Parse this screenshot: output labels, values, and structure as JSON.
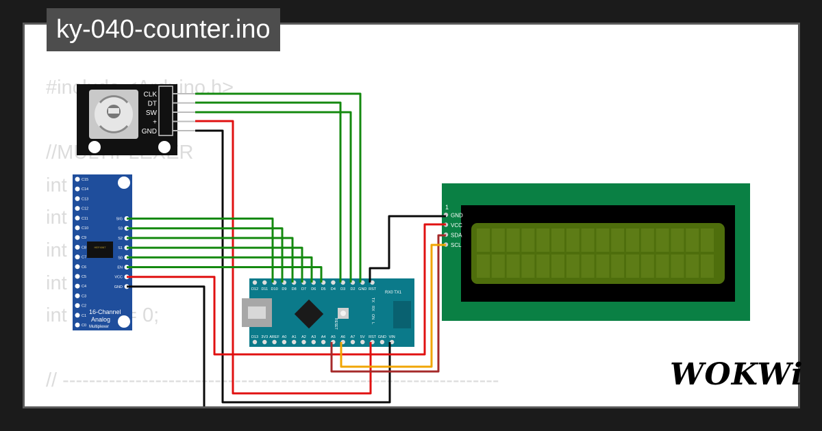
{
  "title": "ky-040-counter.ino",
  "code_lines": [
    "#include <Arduino.h>",
    "",
    "//MULTIPLEXER",
    "int     7;",
    "int     8;",
    "int     9;",
    "int     10;",
    "int     Ch = 0;",
    "",
    "// ------------------------------------------------------------------"
  ],
  "logo": "WOKWi",
  "encoder": {
    "pins": [
      "CLK",
      "DT",
      "SW",
      "+",
      "GND"
    ]
  },
  "mux": {
    "channels": [
      "C15",
      "C14",
      "C13",
      "C12",
      "C11",
      "C10",
      "C9",
      "C8",
      "C7",
      "C6",
      "C5",
      "C4",
      "C3",
      "C2",
      "C1",
      "C0"
    ],
    "control_pins": [
      "SIG",
      "S3",
      "S2",
      "S1",
      "S0",
      "EN",
      "VCC",
      "GND"
    ],
    "label_line1": "16-Channel",
    "label_line2": "Analog",
    "label_line3": "Multiplexer"
  },
  "nano": {
    "top_pins": [
      "D12",
      "D11",
      "D10",
      "D9",
      "D8",
      "D7",
      "D6",
      "D5",
      "D4",
      "D3",
      "D2",
      "GND",
      "RST"
    ],
    "bottom_pins": [
      "D13",
      "3V3",
      "AREF",
      "A0",
      "A1",
      "A2",
      "A3",
      "A4",
      "A5",
      "A6",
      "A7",
      "5V",
      "RST",
      "GND",
      "VIN"
    ],
    "rxtx": "RX0 TX1",
    "side_labels": [
      "TX",
      "RX",
      "ON",
      "L"
    ],
    "reset_label": "RESET"
  },
  "lcd": {
    "pin_one": "1",
    "pins": [
      "GND",
      "VCC",
      "SDA",
      "SCL"
    ]
  },
  "colors": {
    "wire_green": "#14890f",
    "wire_red": "#e01010",
    "wire_black": "#0a0a0a",
    "wire_orange": "#f0a500",
    "wire_brown": "#a52a2a",
    "nano_teal": "#0b7a8a",
    "lcd_green": "#0a8044",
    "lcd_screen": "#4e6e0c",
    "mux_blue": "#1f4e9c"
  }
}
